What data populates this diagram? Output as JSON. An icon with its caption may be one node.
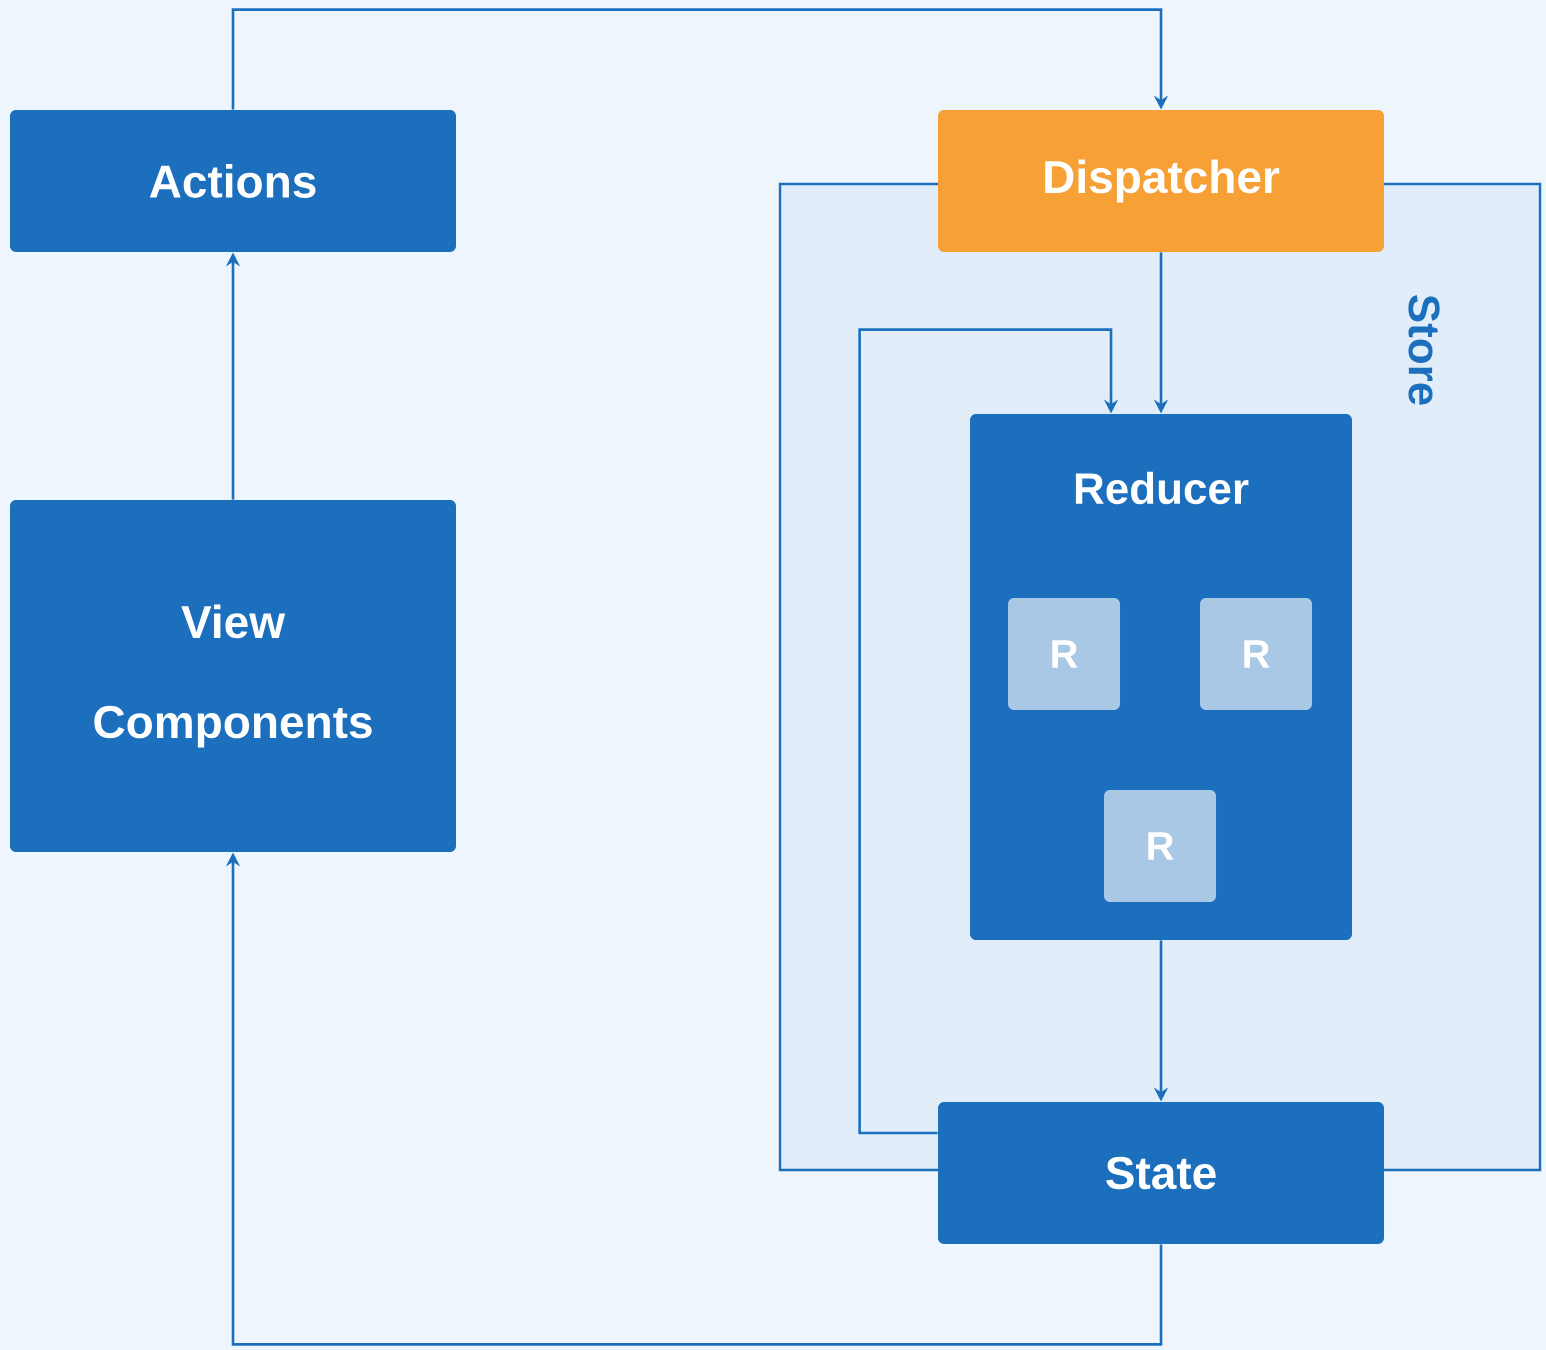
{
  "diagram": {
    "nodes": [
      {
        "text": [
          "Actions"
        ]
      },
      {
        "text": [
          "View",
          "Components"
        ]
      },
      {
        "text": [
          "Store"
        ]
      },
      {
        "text": [
          "Dispatcher"
        ]
      },
      {
        "text": [
          "Reducer"
        ],
        "in": 2
      },
      {
        "text": [
          "R"
        ],
        "in": 4
      },
      {
        "text": [
          "R"
        ],
        "in": 4
      },
      {
        "text": [
          "R"
        ],
        "in": 4
      },
      {
        "text": [
          "State"
        ]
      }
    ],
    "edges": [
      {
        "from": 1,
        "to": 0,
        "arrow": "to"
      },
      {
        "from": 0,
        "to": 3,
        "arrow": "to"
      },
      {
        "from": 3,
        "to": 4,
        "arrow": "to"
      },
      {
        "from": 8,
        "to": 4,
        "arrow": "to"
      },
      {
        "from": 4,
        "to": 8,
        "arrow": "to"
      },
      {
        "from": 8,
        "to": 1,
        "arrow": "to"
      }
    ]
  }
}
